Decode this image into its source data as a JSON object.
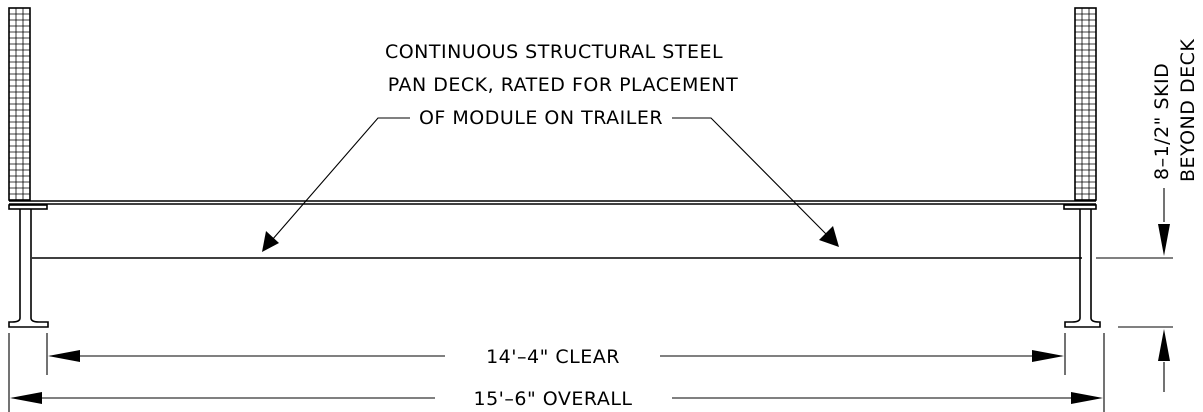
{
  "note": {
    "line1": "CONTINUOUS STRUCTURAL STEEL",
    "line2": "PAN DECK, RATED FOR PLACEMENT",
    "line3": "OF MODULE ON TRAILER"
  },
  "dimensions": {
    "clear": "14'–4\" CLEAR",
    "overall": "15'–6\" OVERALL",
    "skid_line1": "8–1/2\" SKID",
    "skid_line2": "BEYOND DECK"
  }
}
